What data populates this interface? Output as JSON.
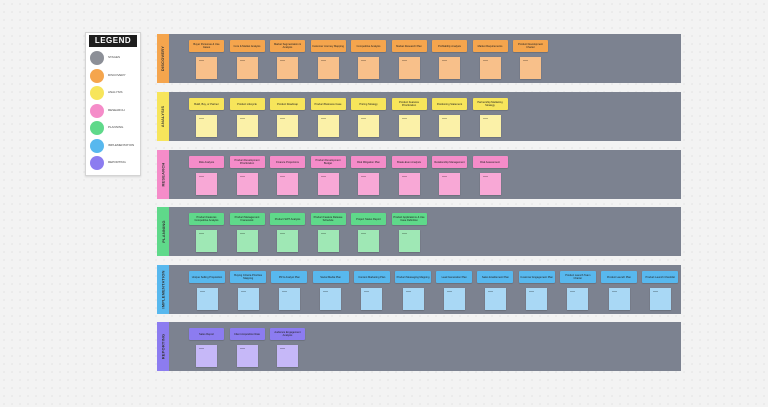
{
  "legend": {
    "title": "LEGEND",
    "items": [
      {
        "label": "STAGES",
        "color": "#8c8f97"
      },
      {
        "label": "DISCOVERY",
        "color": "#f5a54d"
      },
      {
        "label": "ANALYSIS",
        "color": "#f7e55b"
      },
      {
        "label": "RESEARCH",
        "color": "#f58cc9"
      },
      {
        "label": "PLANNING",
        "color": "#5fd98a"
      },
      {
        "label": "IMPLEMENTATION",
        "color": "#58b8ee"
      },
      {
        "label": "REPORTING",
        "color": "#8c7cf0"
      }
    ]
  },
  "lanes": [
    {
      "name": "DISCOVERY",
      "header_color": "#f5a54d",
      "card_color": "#f5a54d",
      "sticky_color": "#f8c08a",
      "cards": [
        "Buyer Personas & Use Cases",
        "Core & Market Analysis",
        "Market Segmentation & Analysis",
        "Customer Journey Mapping",
        "Competitive Analysis",
        "Market Research Plan",
        "Profitability Analysis",
        "Market Requirements",
        "Product Development Charter"
      ]
    },
    {
      "name": "ANALYSIS",
      "header_color": "#f7e55b",
      "card_color": "#f7e55b",
      "sticky_color": "#fbf1a8",
      "cards": [
        "Build, Buy, or Partner",
        "Product Lifecycle",
        "Product Roadmap",
        "Product Business Case",
        "Pricing Strategy",
        "Product Features Prioritization",
        "Positioning Statement",
        "Partnership Marketing Strategy"
      ]
    },
    {
      "name": "RESEARCH",
      "header_color": "#f58cc9",
      "card_color": "#f58cc9",
      "sticky_color": "#f8a8d6",
      "cards": [
        "Risk Analysis",
        "Product Development Prioritization",
        "Finance Projections",
        "Product Development Budget",
        "Risk Mitigation Plan",
        "Break-Even Analysis",
        "Relationship Management",
        "Risk Assessment"
      ]
    },
    {
      "name": "PLANNING",
      "header_color": "#5fd98a",
      "card_color": "#5fd98a",
      "sticky_color": "#9fe8b5",
      "cards": [
        "Product Features Competitive Analysis",
        "Product Management Framework",
        "Product SWT Analysis",
        "Product Feature Release Schedule",
        "Project Status Report",
        "Product Applications & Use Case Definition"
      ]
    },
    {
      "name": "IMPLEMENTATION",
      "header_color": "#58b8ee",
      "card_color": "#58b8ee",
      "sticky_color": "#a9d8f5",
      "cards": [
        "Unique Selling Proposition",
        "Buying Criteria Priorities Mapping",
        "PR & Analyst Plan",
        "Social Media Plan",
        "Content Marketing Plan",
        "Product Messaging Mapping",
        "Lead Generation Plan",
        "Sales Enablement Plan",
        "Customer Engagement Plan",
        "Product Launch Team Charter",
        "Product Launch Plan",
        "Product Launch Checklist"
      ]
    },
    {
      "name": "REPORTING",
      "header_color": "#8c7cf0",
      "card_color": "#8c7cf0",
      "sticky_color": "#c6b8f8",
      "cards": [
        "Sales Report",
        "Client Acquisition Rate",
        "Audience Engagement Analysis"
      ]
    }
  ]
}
